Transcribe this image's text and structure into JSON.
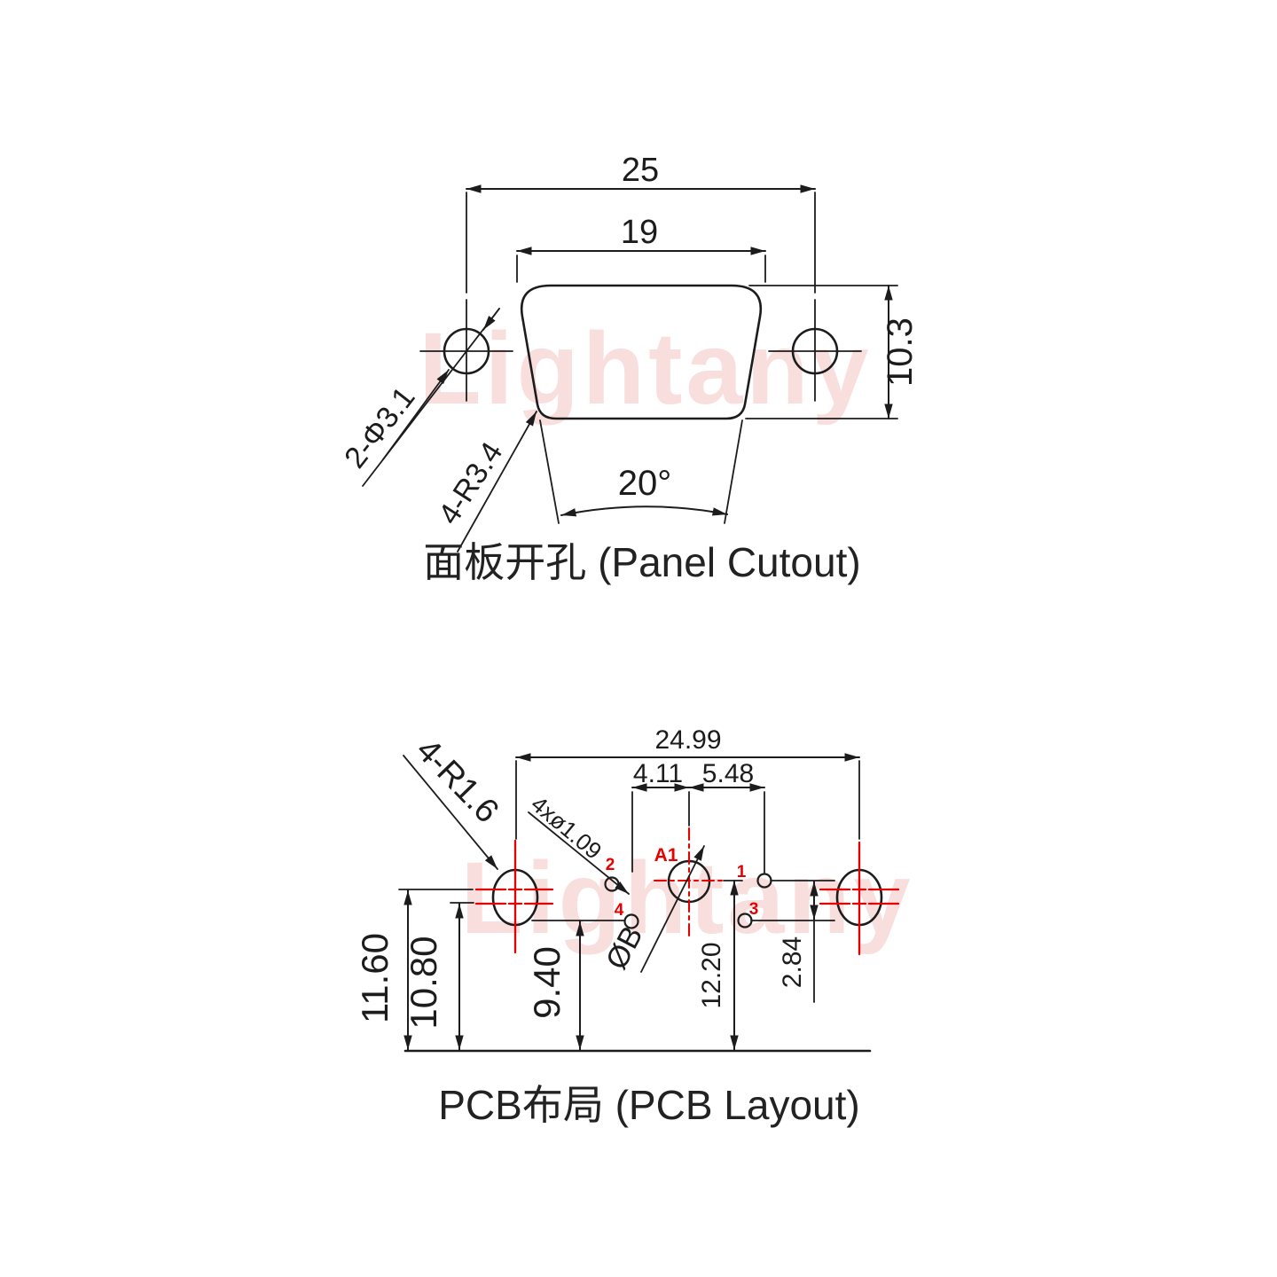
{
  "watermark": {
    "text": "Lightany",
    "color": "#f9dede"
  },
  "colors": {
    "line": "#1c1c1c",
    "red": "#e60000",
    "background": "#ffffff"
  },
  "panel": {
    "title": "面板开孔 (Panel Cutout)",
    "dims": {
      "outer_width": "25",
      "inner_width": "19",
      "height": "10.3",
      "angle": "20°"
    },
    "labels": {
      "mount_holes": "2-Φ3.1",
      "corner_radius": "4-R3.4"
    }
  },
  "pcb": {
    "title": "PCB布局 (PCB Layout)",
    "dims": {
      "total_width": "24.99",
      "pitch_left": "4.11",
      "pitch_right": "5.48",
      "height_outer": "11.60",
      "height_inner": "10.80",
      "height_row2": "9.40",
      "height_row1": "12.20",
      "row_offset": "2.84"
    },
    "labels": {
      "corner_radius": "4-R1.6",
      "pin_holes": "4xø1.09",
      "big_pin_dia": "ØB"
    },
    "pins": {
      "a1": "A1",
      "p1": "1",
      "p2": "2",
      "p3": "3",
      "p4": "4"
    }
  }
}
